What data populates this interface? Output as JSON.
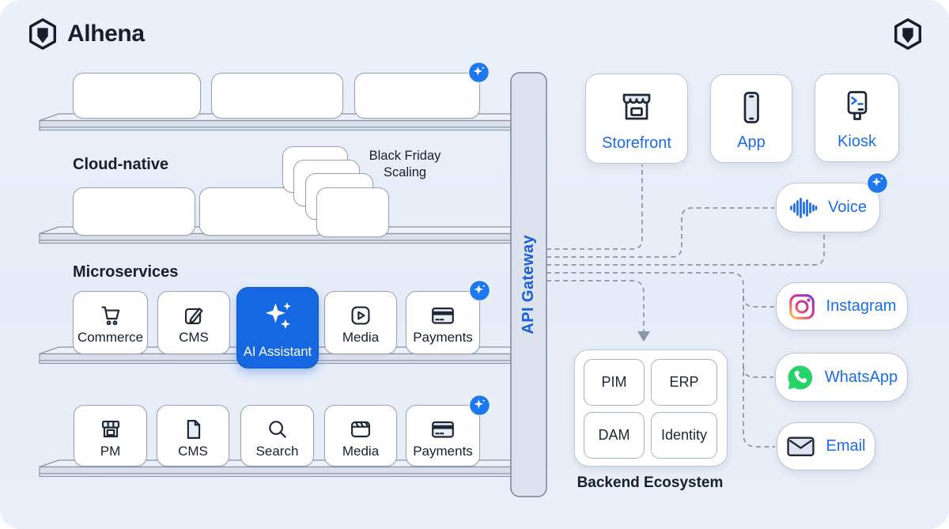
{
  "brand": {
    "name": "Alhena",
    "logo": "hexagon-package-icon"
  },
  "labels": {
    "cloud_native": "Cloud-native",
    "microservices": "Microservices",
    "black_friday_1": "Black Friday",
    "black_friday_2": "Scaling",
    "api_gateway": "API Gateway",
    "backend_title": "Backend Ecosystem"
  },
  "shelves": {
    "top_shelf_empty_slots": 3,
    "second_shelf_empty_slots": 2,
    "scaling_stack_cards": 4
  },
  "microservices_row": [
    {
      "label": "Commerce",
      "icon": "cart-icon"
    },
    {
      "label": "CMS",
      "icon": "edit-icon"
    },
    {
      "label": "AI Assistant",
      "icon": "sparkles-icon",
      "highlight": true
    },
    {
      "label": "Media",
      "icon": "play-icon"
    },
    {
      "label": "Payments",
      "icon": "credit-card-icon",
      "badge": true
    }
  ],
  "bottom_row": [
    {
      "label": "PM",
      "icon": "storefront-mini-icon"
    },
    {
      "label": "CMS",
      "icon": "document-icon"
    },
    {
      "label": "Search",
      "icon": "search-icon"
    },
    {
      "label": "Media",
      "icon": "clapperboard-icon"
    },
    {
      "label": "Payments",
      "icon": "credit-card-icon",
      "badge": true
    }
  ],
  "channels_top": [
    {
      "label": "Storefront",
      "icon": "storefront-icon"
    },
    {
      "label": "App",
      "icon": "smartphone-icon"
    },
    {
      "label": "Kiosk",
      "icon": "kiosk-icon"
    }
  ],
  "channel_voice": {
    "label": "Voice",
    "icon": "waveform-icon",
    "badge": true
  },
  "channels_right": [
    {
      "label": "Instagram",
      "icon": "instagram-icon"
    },
    {
      "label": "WhatsApp",
      "icon": "whatsapp-icon"
    },
    {
      "label": "Email",
      "icon": "email-icon"
    }
  ],
  "backend": {
    "systems": [
      {
        "label": "PIM"
      },
      {
        "label": "ERP"
      },
      {
        "label": "DAM"
      },
      {
        "label": "Identity"
      }
    ]
  },
  "colors": {
    "accent_blue": "#1b6ce8",
    "ai_card_blue": "#1567e2",
    "badge_blue": "#1e78f0",
    "api_gateway_text": "#1b5fd8",
    "whatsapp_green": "#25d366",
    "connector_gray": "#8b95a6",
    "dark_text": "#16202e",
    "canvas_bg": "#e9eef8"
  }
}
